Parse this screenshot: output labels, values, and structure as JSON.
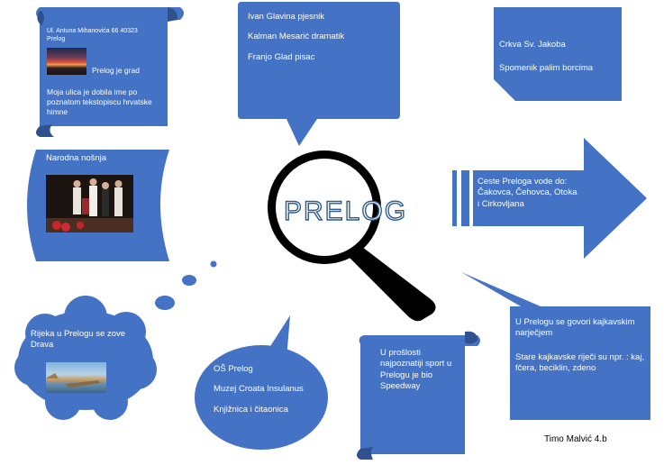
{
  "center": {
    "title": "PRELOG"
  },
  "scroll_street": {
    "address": "Ul. Antuna Mihanovića 66 40323",
    "town": "Prelog",
    "caption": "Prelog je grad",
    "text": "Moja ulica je dobila ime po poznatom tekstopiscu hrvatske himne"
  },
  "callout_people": {
    "items": [
      "Ivan Glavina pjesnik",
      "Kalman Mesarić dramatik",
      "Franjo Glad pisac"
    ]
  },
  "snip_landmarks": {
    "items": [
      "Crkva Sv. Jakoba",
      "Spomenik palim borcima"
    ]
  },
  "costume": {
    "label": "Narodna nošnja"
  },
  "roads": {
    "text": "Ceste Preloga vode do: Čakovca, Čehovca, Otoka i Cirkovljana"
  },
  "dialect": {
    "line1": "U Prelogu se govori kajkavskim narječjem",
    "line2": "Stare kajkavske riječi su npr. : kaj, fčera, beciklin, zdeno"
  },
  "river": {
    "text": "Rijeka u Prelogu se zove Drava"
  },
  "institutions": {
    "items": [
      "OŠ Prelog",
      "Muzej Croata Insulanus",
      "Knjižnica i čitaonica"
    ]
  },
  "sport": {
    "text": "U prošlosti najpoznatiji sport u Prelogu je bio Speedway"
  },
  "author": "Timo Malvić 4.b",
  "colors": {
    "shape_fill": "#4472c4",
    "shape_stroke": "#2f528f",
    "lens_ring": "#000000"
  }
}
